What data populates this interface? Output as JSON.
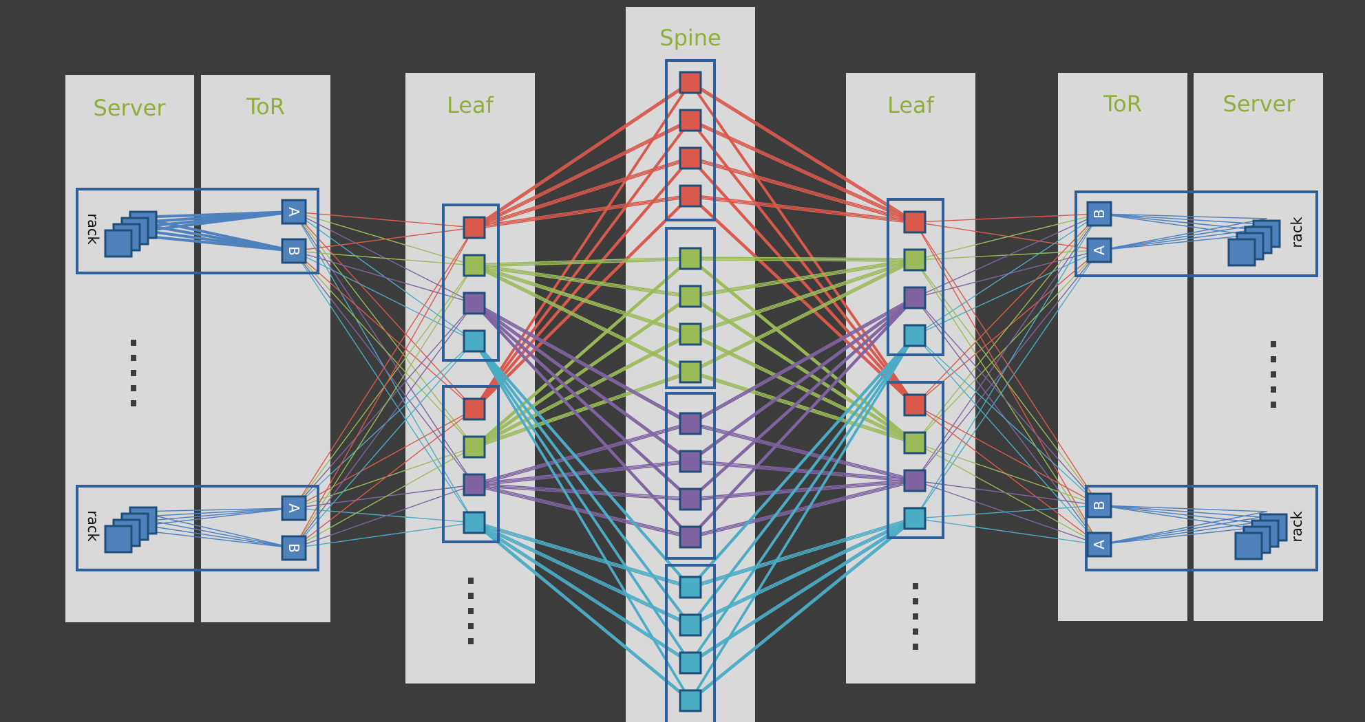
{
  "diagram": {
    "columns": {
      "server_left": "Server",
      "tor_left": "ToR",
      "leaf_left": "Leaf",
      "spine": "Spine",
      "leaf_right": "Leaf",
      "tor_right": "ToR",
      "server_right": "Server"
    },
    "tor_port_a": "A",
    "tor_port_b": "B",
    "rack_label": "rack",
    "planes": [
      {
        "name": "red",
        "color": "#d9594c"
      },
      {
        "name": "green",
        "color": "#9bbb59"
      },
      {
        "name": "purple",
        "color": "#8064a2"
      },
      {
        "name": "blue",
        "color": "#4bacc6"
      }
    ],
    "server_blue": "#4f81bd",
    "spine_switches_per_plane": 4,
    "leaf_switches_per_pod_visible": 4
  }
}
